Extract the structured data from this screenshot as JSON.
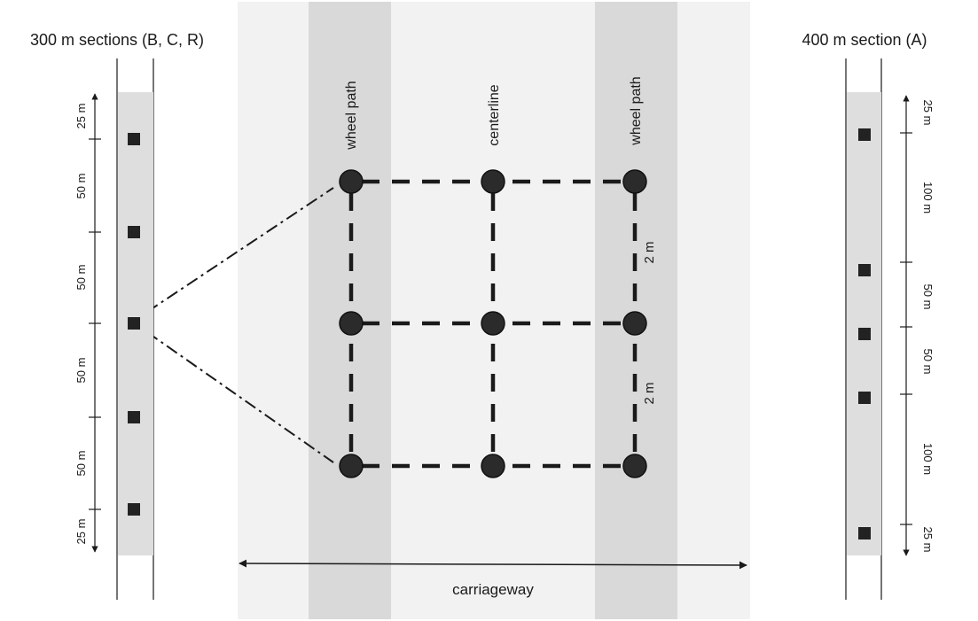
{
  "left_panel": {
    "title": "300 m sections (B, C, R)",
    "dimensions": [
      "25 m",
      "50 m",
      "50 m",
      "50 m",
      "50 m",
      "25 m"
    ],
    "sample_point_count": 5
  },
  "right_panel": {
    "title": "400 m section (A)",
    "dimensions": [
      "25 m",
      "100 m",
      "50 m",
      "50 m",
      "100 m",
      "25 m"
    ],
    "sample_point_count": 5
  },
  "center": {
    "wheel_path_left_label": "wheel path",
    "centerline_label": "centerline",
    "wheel_path_right_label": "wheel path",
    "spacing_upper_label": "2 m",
    "spacing_lower_label": "2 m",
    "carriageway_label": "carriageway",
    "grid_rows": 3,
    "grid_columns": 3
  },
  "colors": {
    "carriageway_bg": "#f2f2f2",
    "wheel_path_band": "#d9d9d9",
    "section_strip": "#dedede",
    "marker": "#222222",
    "line": "#1a1a1a"
  }
}
